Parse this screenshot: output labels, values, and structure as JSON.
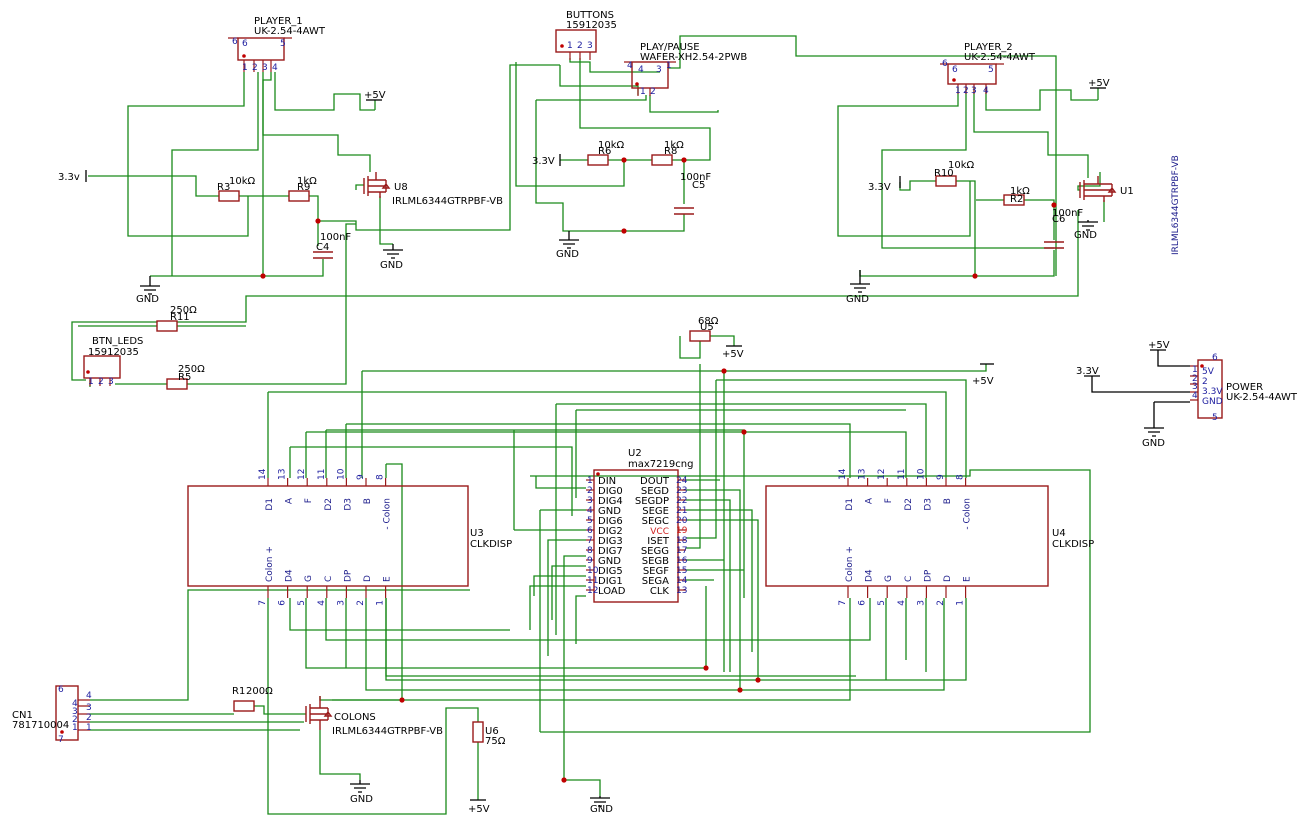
{
  "components": {
    "player1": {
      "ref": "PLAYER_1",
      "value": "UK-2.54-4AWT"
    },
    "player2": {
      "ref": "PLAYER_2",
      "value": "UK-2.54-4AWT"
    },
    "buttons": {
      "ref": "BUTTONS",
      "value": "15912035"
    },
    "playpause": {
      "ref": "PLAY/PAUSE",
      "value": "WAFER-XH2.54-2PWB"
    },
    "btn_leds": {
      "ref": "BTN_LEDS",
      "value": "15912035"
    },
    "power": {
      "ref": "POWER",
      "value": "UK-2.54-4AWT"
    },
    "cn1": {
      "ref": "CN1",
      "value": "781710004"
    },
    "u2": {
      "ref": "U2",
      "value": "max7219cng"
    },
    "u3": {
      "ref": "U3",
      "value": "CLKDISP"
    },
    "u4": {
      "ref": "U4",
      "value": "CLKDISP"
    },
    "u8": {
      "ref": "U8",
      "value": "IRLML6344GTRPBF-VB"
    },
    "u1": {
      "ref": "U1",
      "value": "IRLML6344GTRPBF-VB"
    },
    "colons": {
      "ref": "COLONS",
      "value": "IRLML6344GTRPBF-VB"
    },
    "r3": {
      "ref": "R3",
      "value": "10kΩ"
    },
    "r9": {
      "ref": "R9",
      "value": "1kΩ"
    },
    "r6": {
      "ref": "R6",
      "value": "10kΩ"
    },
    "r8": {
      "ref": "R8",
      "value": "1kΩ"
    },
    "r10": {
      "ref": "R10",
      "value": "10kΩ"
    },
    "r2": {
      "ref": "R2",
      "value": "1kΩ"
    },
    "r11": {
      "ref": "R11",
      "value": "250Ω"
    },
    "r5": {
      "ref": "R5",
      "value": "250Ω"
    },
    "r1": {
      "ref": "R1",
      "value": "200Ω"
    },
    "u5": {
      "ref": "U5",
      "value": "68Ω"
    },
    "u6": {
      "ref": "U6",
      "value": "75Ω"
    },
    "c4": {
      "ref": "C4",
      "value": "100nF"
    },
    "c5": {
      "ref": "C5",
      "value": "100nF"
    },
    "c6": {
      "ref": "C6",
      "value": "100nF"
    }
  },
  "nets": {
    "gnd": "GND",
    "v5": "+5V",
    "v33": "3.3V",
    "v33_lower": "3.3v"
  },
  "u2_pins_left": [
    {
      "num": "1",
      "name": "DIN"
    },
    {
      "num": "2",
      "name": "DIG0"
    },
    {
      "num": "3",
      "name": "DIG4"
    },
    {
      "num": "4",
      "name": "GND"
    },
    {
      "num": "5",
      "name": "DIG6"
    },
    {
      "num": "6",
      "name": "DIG2"
    },
    {
      "num": "7",
      "name": "DIG3"
    },
    {
      "num": "8",
      "name": "DIG7"
    },
    {
      "num": "9",
      "name": "GND"
    },
    {
      "num": "10",
      "name": "DIG5"
    },
    {
      "num": "11",
      "name": "DIG1"
    },
    {
      "num": "12",
      "name": "LOAD"
    }
  ],
  "u2_pins_right": [
    {
      "num": "24",
      "name": "DOUT"
    },
    {
      "num": "23",
      "name": "SEGD"
    },
    {
      "num": "22",
      "name": "SEGDP"
    },
    {
      "num": "21",
      "name": "SEGE"
    },
    {
      "num": "20",
      "name": "SEGC"
    },
    {
      "num": "19",
      "name": "VCC"
    },
    {
      "num": "18",
      "name": "ISET"
    },
    {
      "num": "17",
      "name": "SEGG"
    },
    {
      "num": "16",
      "name": "SEGB"
    },
    {
      "num": "15",
      "name": "SEGF"
    },
    {
      "num": "14",
      "name": "SEGA"
    },
    {
      "num": "13",
      "name": "CLK"
    }
  ],
  "disp_top_pins": [
    {
      "num": "14",
      "name": "D1"
    },
    {
      "num": "13",
      "name": "A"
    },
    {
      "num": "12",
      "name": "F"
    },
    {
      "num": "11",
      "name": "D2"
    },
    {
      "num": "10",
      "name": "D3"
    },
    {
      "num": "9",
      "name": "B"
    },
    {
      "num": "8",
      "name": "- Colon"
    }
  ],
  "disp_bottom_pins": [
    {
      "num": "7",
      "name": "Colon +"
    },
    {
      "num": "6",
      "name": "D4"
    },
    {
      "num": "5",
      "name": "G"
    },
    {
      "num": "4",
      "name": "C"
    },
    {
      "num": "3",
      "name": "DP"
    },
    {
      "num": "2",
      "name": "D"
    },
    {
      "num": "1",
      "name": "E"
    }
  ],
  "player_pins": {
    "p1": "1",
    "p2": "2",
    "p3": "3",
    "p4": "4",
    "p5": "5",
    "p6": "6"
  },
  "conn3_pins": [
    "1",
    "2",
    "3"
  ],
  "playpause_pins": [
    "4",
    "3",
    "1",
    "2"
  ],
  "power_pins": [
    {
      "num": "1",
      "name": "5V"
    },
    {
      "num": "2",
      "name": ""
    },
    {
      "num": "3",
      "name": "3.3V"
    },
    {
      "num": "4",
      "name": "GND"
    },
    {
      "num": "5",
      "name": ""
    },
    {
      "num": "6",
      "name": ""
    }
  ],
  "cn1_pins": [
    "6",
    "4",
    "3",
    "2",
    "1",
    "7"
  ]
}
